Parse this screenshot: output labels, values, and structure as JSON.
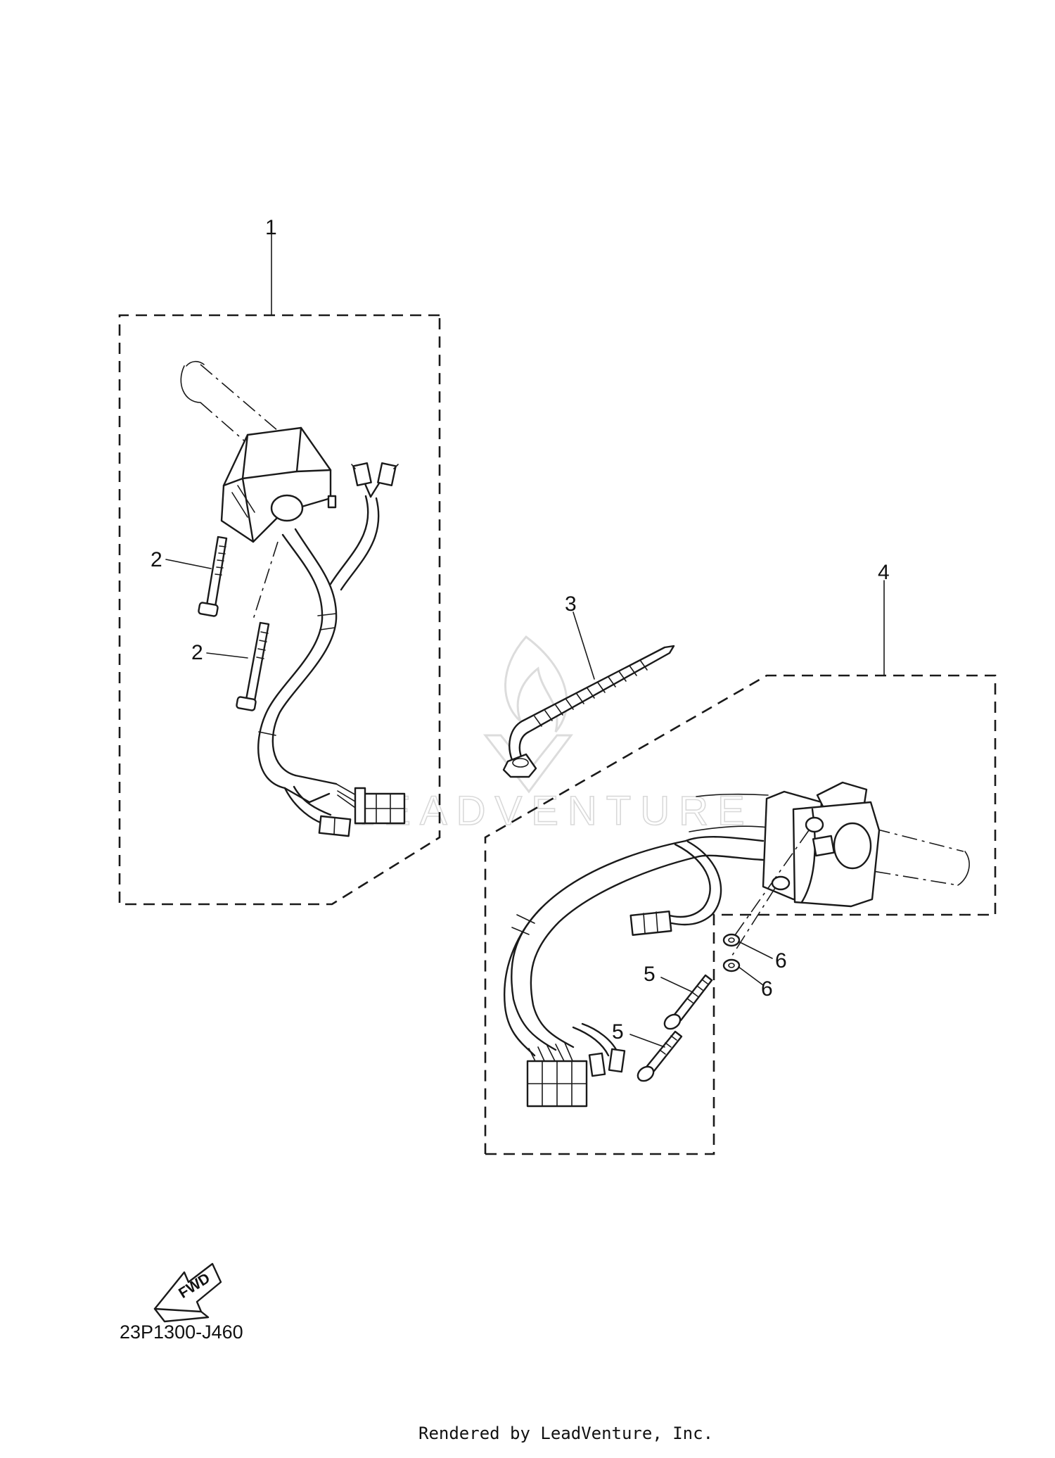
{
  "diagram": {
    "callouts": [
      "1",
      "2",
      "2",
      "3",
      "4",
      "5",
      "5",
      "6",
      "6"
    ],
    "direction_badge": "FWD",
    "diagram_code": "23P1300-J460",
    "credit": "Rendered by LeadVenture, Inc.",
    "watermark": "LEADVENTURE"
  },
  "colors": {
    "line": "#1a1a1a",
    "background": "#ffffff",
    "watermark": "#d9d9d9"
  }
}
